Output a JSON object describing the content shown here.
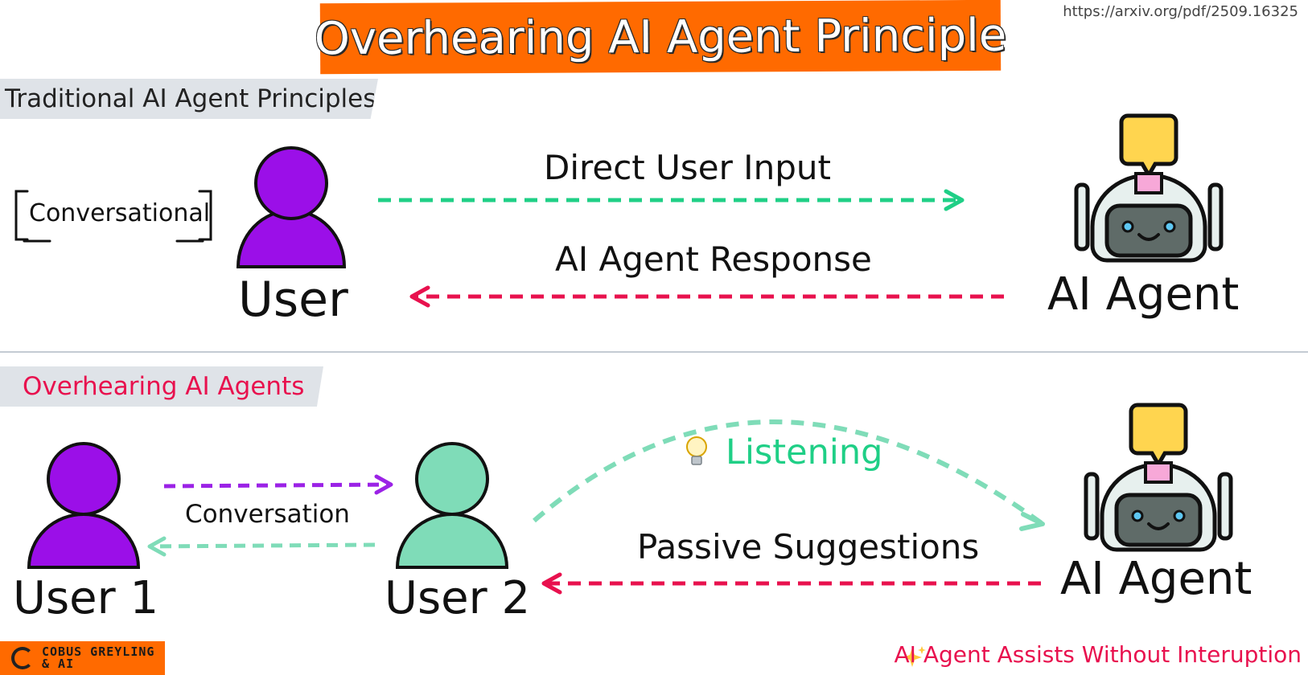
{
  "title": "Overhearing AI Agent Principle",
  "source_url": "https://arxiv.org/pdf/2509.16325",
  "top_section": {
    "heading": "Traditional AI Agent Principles",
    "mode_label": "Conversational",
    "user_label": "User",
    "agent_label": "AI Agent",
    "input_arrow_label": "Direct User Input",
    "response_arrow_label": "AI Agent Response"
  },
  "bottom_section": {
    "heading": "Overhearing AI Agents",
    "user1_label": "User 1",
    "user2_label": "User 2",
    "conversation_label": "Conversation",
    "listening_label": "Listening",
    "listening_icon": "lightbulb-icon",
    "suggestions_label": "Passive Suggestions",
    "agent_label": "AI Agent"
  },
  "footer": {
    "brand_line1": "COBUS GREYLING",
    "brand_line2": "& AI",
    "note_icon": "sparkles-icon",
    "note": "AI Agent Assists Without Interuption"
  },
  "colors": {
    "banner": "#ff6a00",
    "user_purple": "#9b0fe8",
    "user_green": "#7fdcb8",
    "arrow_green": "#1fcf86",
    "arrow_red": "#e8114e",
    "arrow_purple": "#9b22e6",
    "arrow_mint": "#7fdcb8",
    "robot_bubble": "#ffd54f",
    "robot_tag": "#f7a8d8",
    "robot_face": "#5f6b68",
    "robot_shell": "#e7f0ee",
    "section_tab": "#dfe3e8"
  }
}
